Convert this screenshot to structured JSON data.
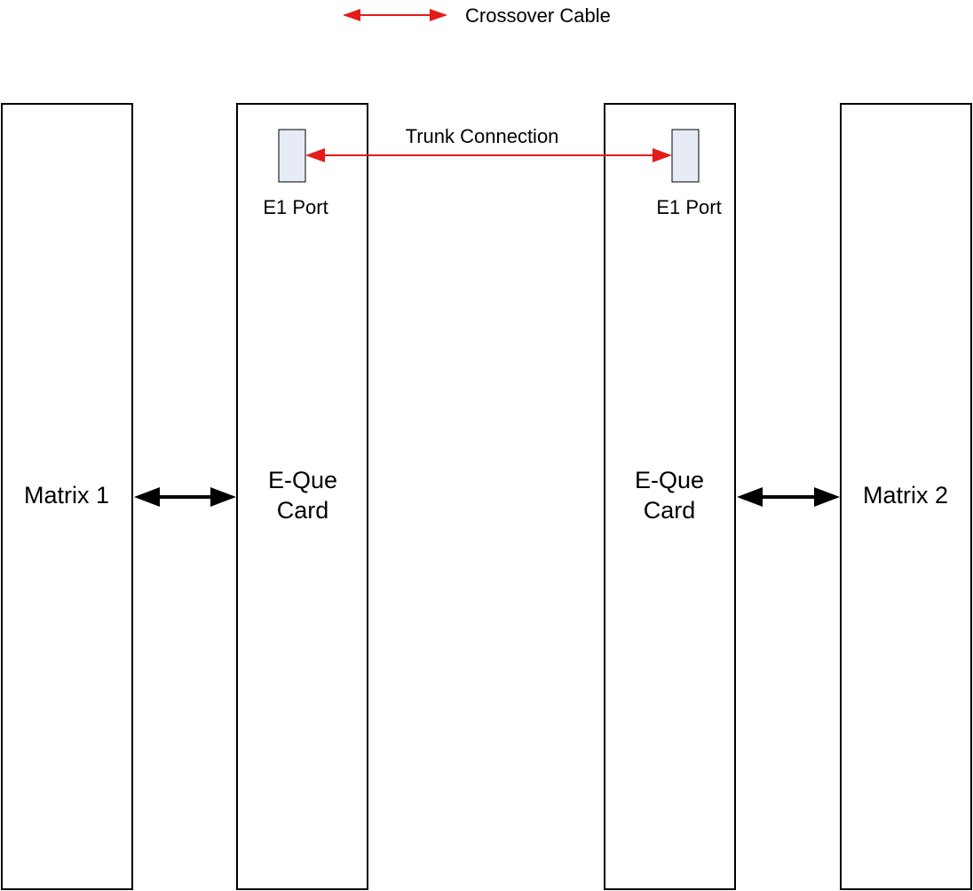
{
  "legend": {
    "label": "Crossover Cable",
    "color": "#e41b1b"
  },
  "nodes": {
    "matrix_1": {
      "label": "Matrix 1"
    },
    "eque_left": {
      "line1": "E-Que",
      "line2": "Card",
      "port_label": "E1 Port"
    },
    "eque_right": {
      "line1": "E-Que",
      "line2": "Card",
      "port_label": "E1 Port"
    },
    "matrix_2": {
      "label": "Matrix 2"
    }
  },
  "edges": {
    "trunk": {
      "label": "Trunk Connection",
      "color": "#e41b1b"
    },
    "link_color": "#000000"
  },
  "colors": {
    "port_fill": "#e6ebf5",
    "box_stroke": "#000000"
  }
}
